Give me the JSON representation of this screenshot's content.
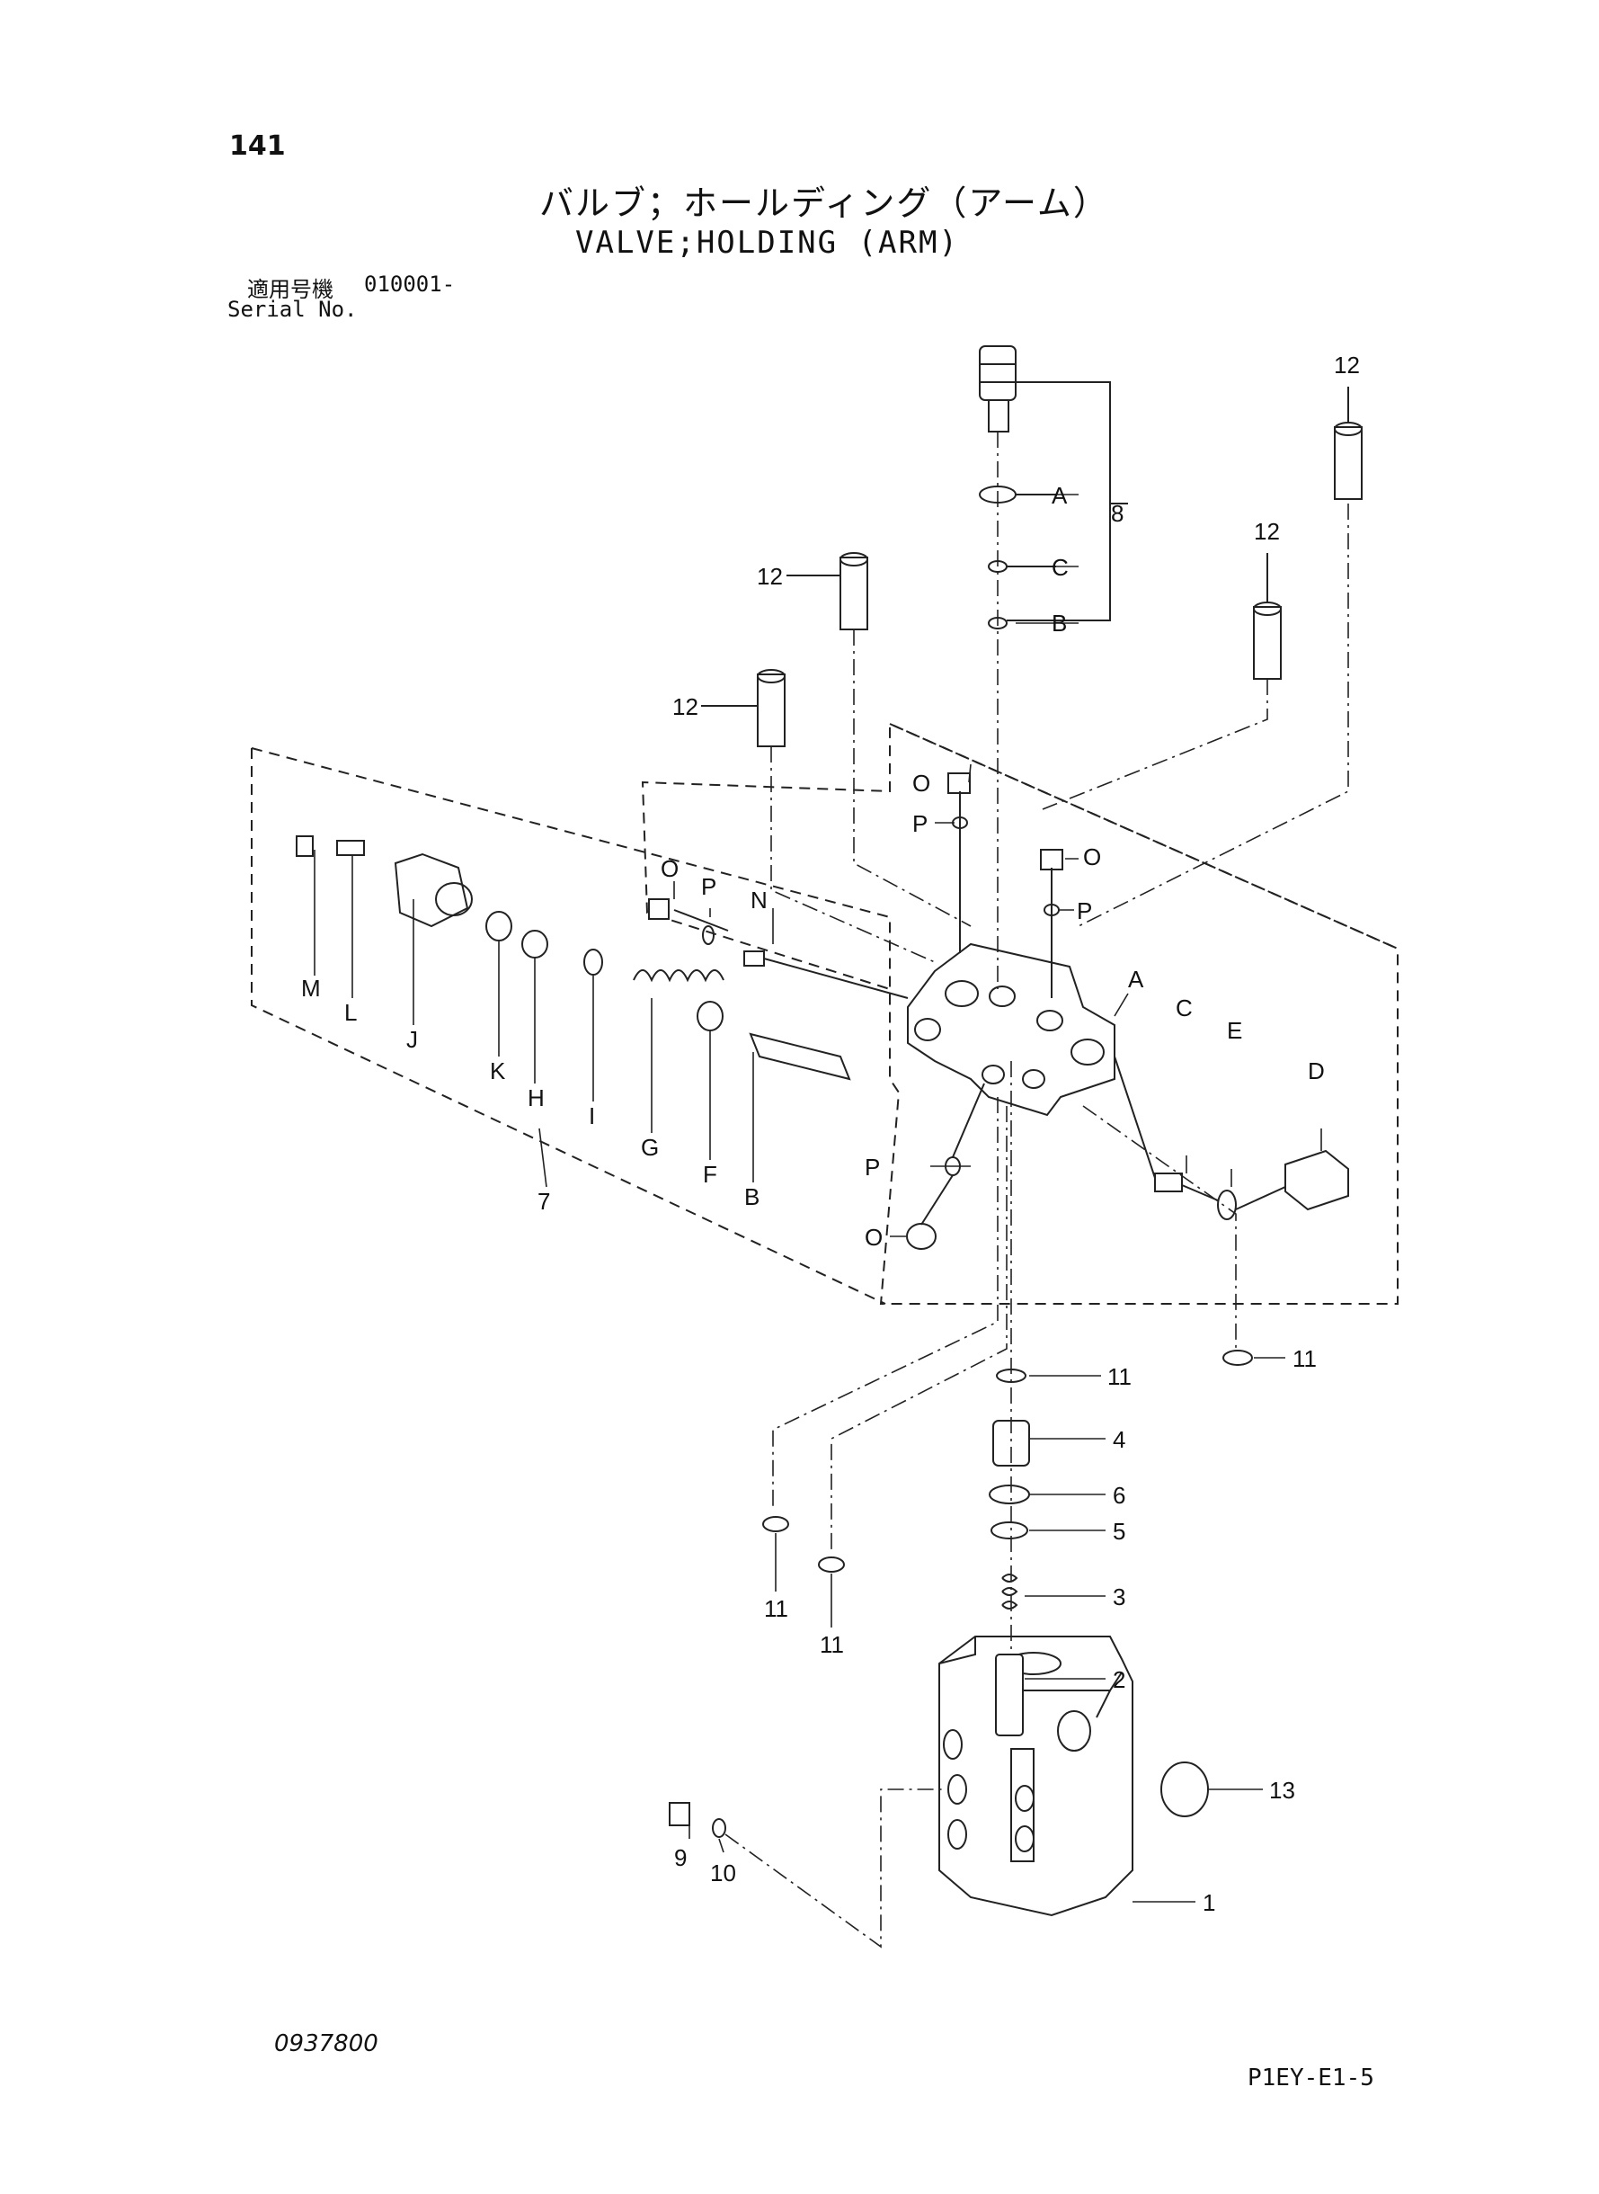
{
  "header": {
    "page_number": "141",
    "title_jp": "バルブ；ホールディング（アーム）",
    "title_en": "VALVE;HOLDING (ARM)",
    "serial_label_jp": "適用号機",
    "serial_number": "010001-",
    "serial_label_en": "Serial No."
  },
  "footer": {
    "doc_number": "0937800",
    "page_code": "P1EY-E1-5"
  },
  "callouts": {
    "c1": "1",
    "c2": "2",
    "c3": "3",
    "c4": "4",
    "c5": "5",
    "c6": "6",
    "c7": "7",
    "c8": "8",
    "c9": "9",
    "c10": "10",
    "c11a": "11",
    "c11b": "11",
    "c11c": "11",
    "c11d": "11",
    "c12a": "12",
    "c12b": "12",
    "c12c": "12",
    "c12d": "12",
    "c13": "13",
    "A_top": "A",
    "C_top": "C",
    "B_top": "B",
    "M": "M",
    "L": "L",
    "J": "J",
    "K": "K",
    "H": "H",
    "I": "I",
    "G": "G",
    "F": "F",
    "B_mid": "B",
    "N": "N",
    "O1": "O",
    "P1": "P",
    "O2": "O",
    "P2": "P",
    "O3": "O",
    "P3": "P",
    "O4": "O",
    "P4": "P",
    "A_right": "A",
    "C_right": "C",
    "E_right": "E",
    "D_right": "D"
  }
}
